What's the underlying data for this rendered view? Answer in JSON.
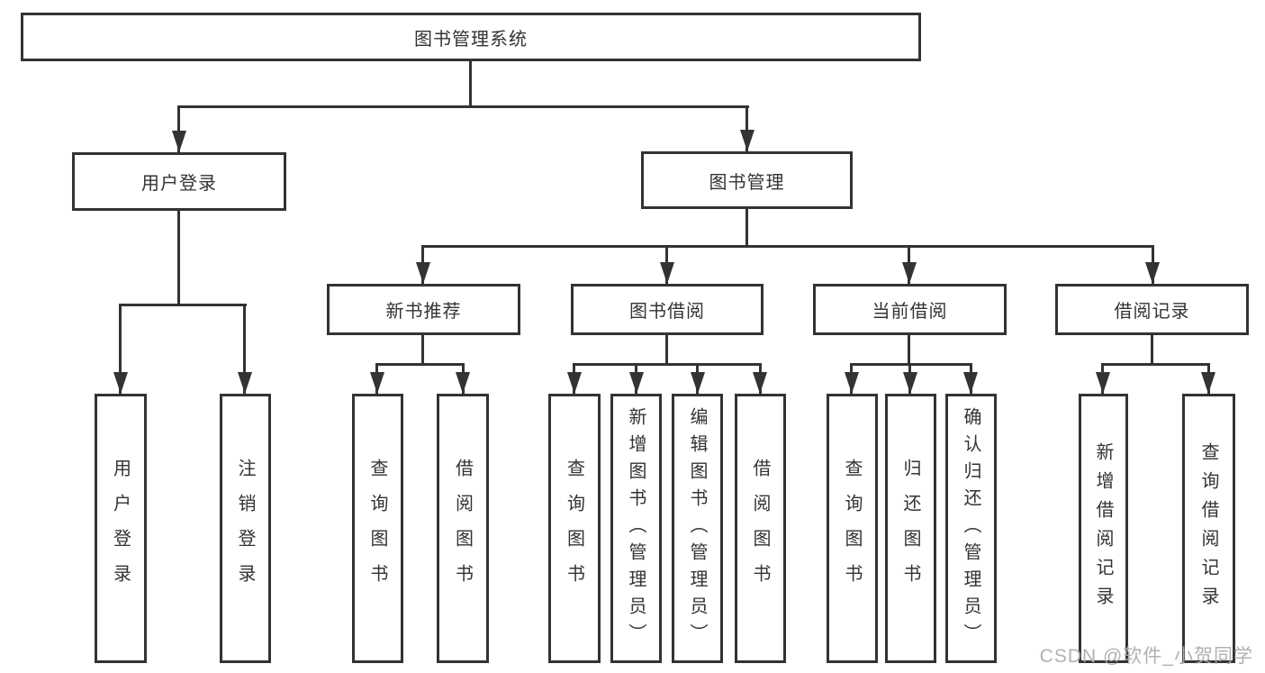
{
  "nodes": {
    "root": "图书管理系统",
    "user_login": "用户登录",
    "book_mgmt": "图书管理",
    "new_book_rec": "新书推荐",
    "book_borrow": "图书借阅",
    "current_borrow": "当前借阅",
    "borrow_record": "借阅记录",
    "leaf_user_login": "用户登录",
    "leaf_logout": "注销登录",
    "leaf_nbr_query_book": "查询图书",
    "leaf_nbr_borrow_book": "借阅图书",
    "leaf_bb_query_book": "查询图书",
    "leaf_bb_add_book": "新增图书（管理员）",
    "leaf_bb_edit_book": "编辑图书（管理员）",
    "leaf_bb_borrow_book": "借阅图书",
    "leaf_cb_query_book": "查询图书",
    "leaf_cb_return_book": "归还图书",
    "leaf_cb_confirm_return": "确认归还（管理员）",
    "leaf_br_add_record": "新增借阅记录",
    "leaf_br_query_record": "查询借阅记录"
  },
  "watermark": "CSDN @软件_小贺同学",
  "colors": {
    "line": "#333333",
    "text": "#333333",
    "background": "#ffffff",
    "watermark": "#adadad"
  }
}
